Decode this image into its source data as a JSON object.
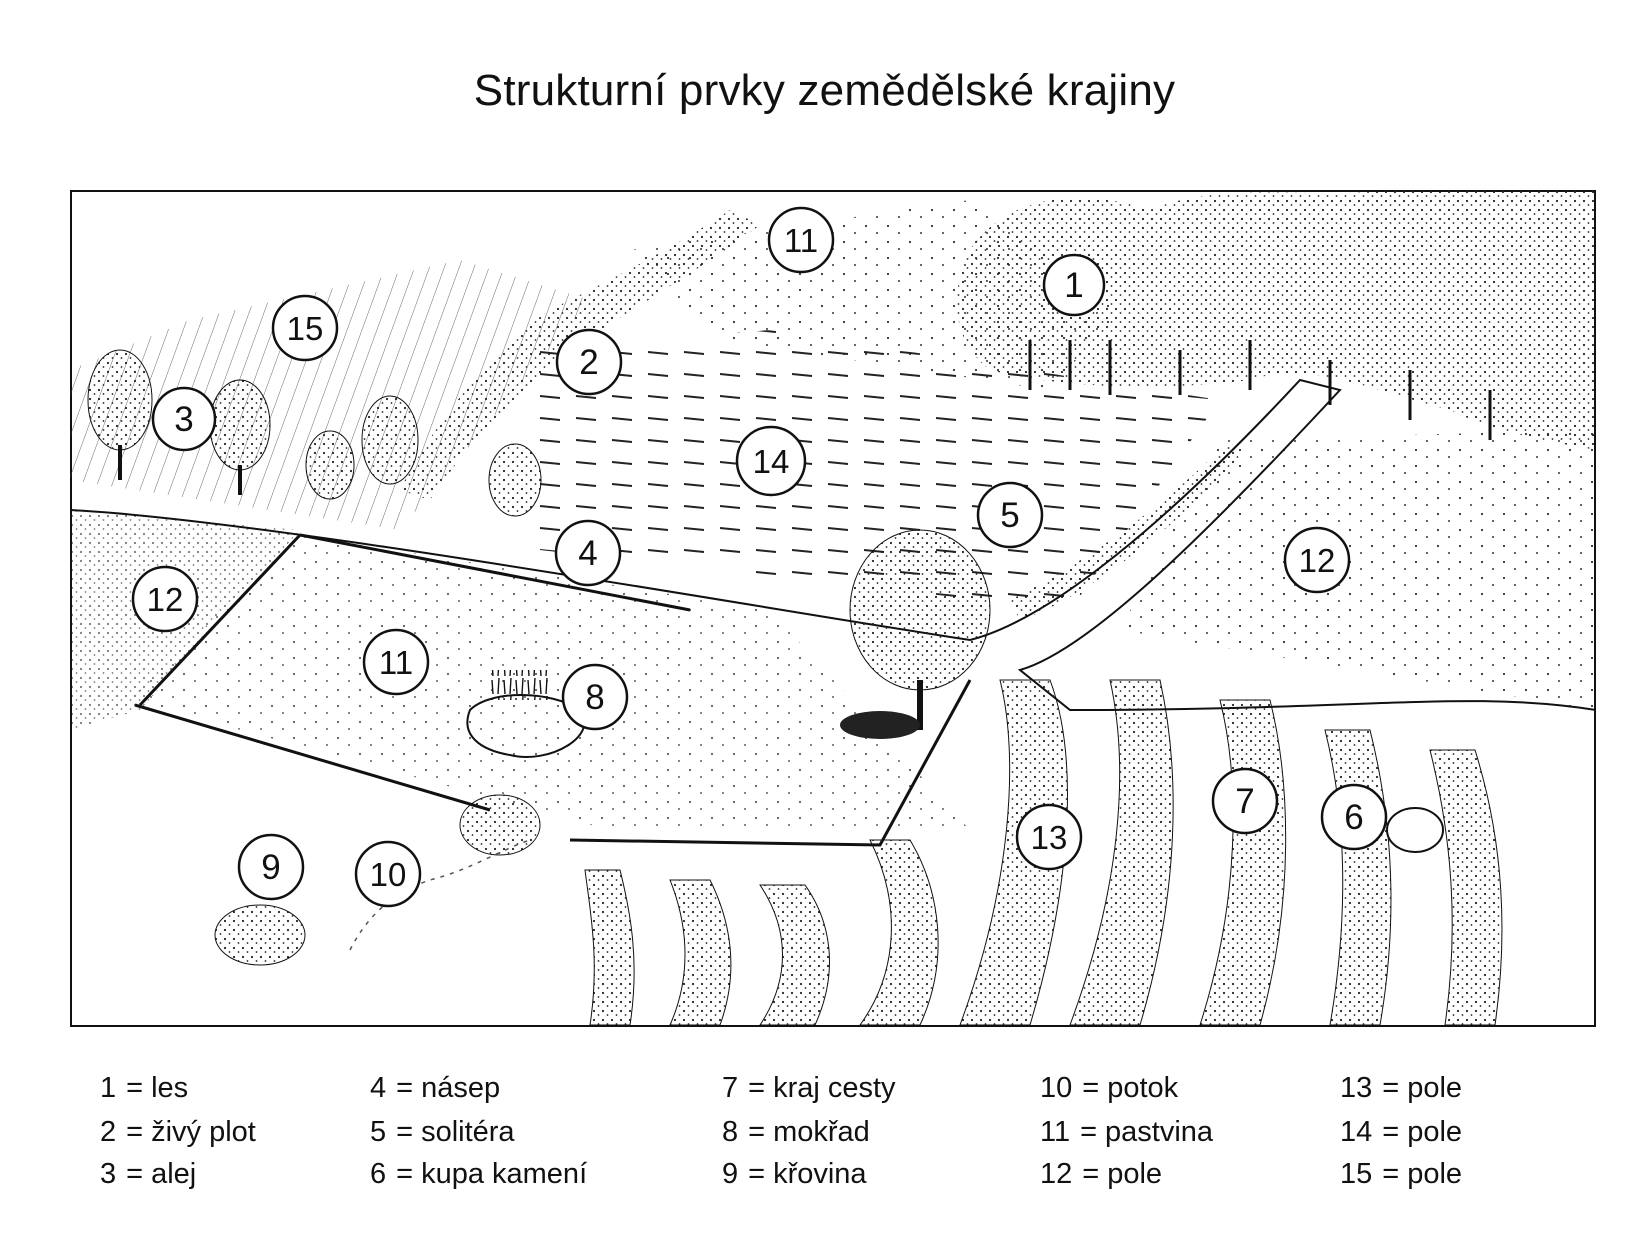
{
  "title": "Strukturní prvky zemědělské krajiny",
  "markers": [
    "1",
    "2",
    "3",
    "4",
    "5",
    "6",
    "7",
    "8",
    "9",
    "10",
    "11",
    "11",
    "12",
    "12",
    "13",
    "14",
    "15"
  ],
  "legend": [
    {
      "num": "1",
      "eq": "=",
      "label": "les"
    },
    {
      "num": "2",
      "eq": "=",
      "label": "živý plot"
    },
    {
      "num": "3",
      "eq": "=",
      "label": "alej"
    },
    {
      "num": "4",
      "eq": "=",
      "label": "násep"
    },
    {
      "num": "5",
      "eq": "=",
      "label": "solitéra"
    },
    {
      "num": "6",
      "eq": "=",
      "label": "kupa kamení"
    },
    {
      "num": "7",
      "eq": "=",
      "label": "kraj cesty"
    },
    {
      "num": "8",
      "eq": "=",
      "label": "mokřad"
    },
    {
      "num": "9",
      "eq": "=",
      "label": "křovina"
    },
    {
      "num": "10",
      "eq": "=",
      "label": "potok"
    },
    {
      "num": "11",
      "eq": "=",
      "label": "pastvina"
    },
    {
      "num": "12",
      "eq": "=",
      "label": "pole"
    },
    {
      "num": "13",
      "eq": "=",
      "label": "pole"
    },
    {
      "num": "14",
      "eq": "=",
      "label": "pole"
    },
    {
      "num": "15",
      "eq": "=",
      "label": "pole"
    }
  ]
}
